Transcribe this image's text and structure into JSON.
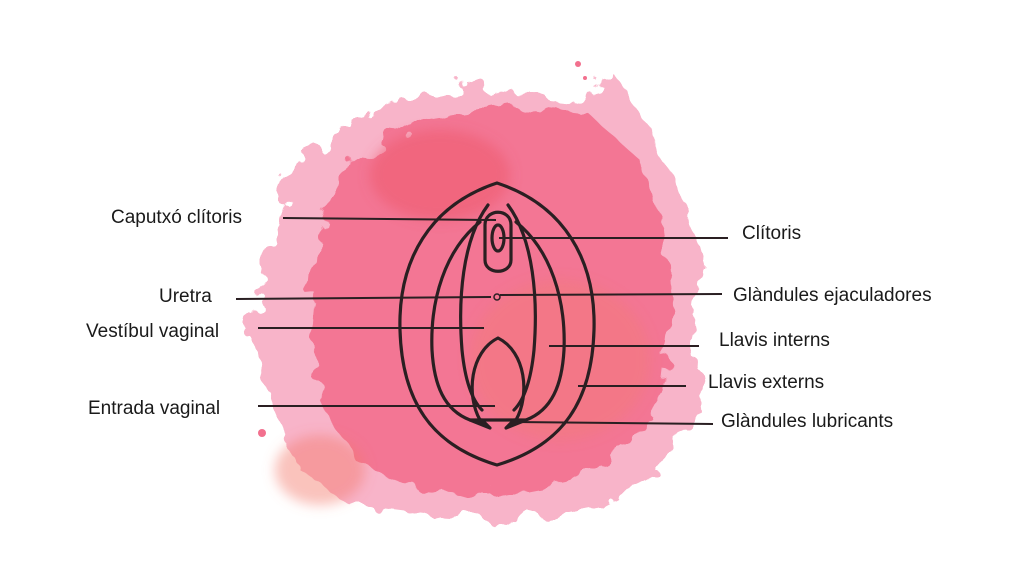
{
  "diagram": {
    "colors": {
      "splash_main": "#f2708e",
      "splash_hot": "#ee5a6c",
      "splash_warm": "#f47b6c",
      "splash_light": "#f7a7c0",
      "outline": "#2a1f22",
      "text": "#1a1a1a"
    },
    "labels": {
      "left": [
        {
          "id": "caputxo-clitoris",
          "text": "Caputxó clítoris"
        },
        {
          "id": "uretra",
          "text": "Uretra"
        },
        {
          "id": "vestibul-vaginal",
          "text": "Vestíbul vaginal"
        },
        {
          "id": "entrada-vaginal",
          "text": "Entrada vaginal"
        }
      ],
      "right": [
        {
          "id": "clitoris",
          "text": "Clítoris"
        },
        {
          "id": "glandules-ejaculadores",
          "text": "Glàndules ejaculadores"
        },
        {
          "id": "llavis-interns",
          "text": "Llavis interns"
        },
        {
          "id": "llavis-externs",
          "text": "Llavis externs"
        },
        {
          "id": "glandules-lubricants",
          "text": "Glàndules lubricants"
        }
      ]
    }
  }
}
